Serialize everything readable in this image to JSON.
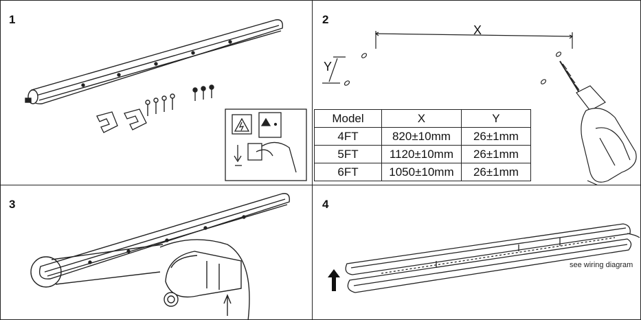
{
  "panels": [
    {
      "number": "1"
    },
    {
      "number": "2"
    },
    {
      "number": "3"
    },
    {
      "number": "4"
    }
  ],
  "drill_step": {
    "x_label": "X",
    "y_label": "Y",
    "table": {
      "headers": [
        "Model",
        "X",
        "Y"
      ],
      "rows": [
        [
          "4FT",
          "820±10mm",
          "26±1mm"
        ],
        [
          "5FT",
          "1120±10mm",
          "26±1mm"
        ],
        [
          "6FT",
          "1050±10mm",
          "26±1mm"
        ]
      ]
    }
  },
  "wiring_step": {
    "note": "see wiring diagram"
  }
}
